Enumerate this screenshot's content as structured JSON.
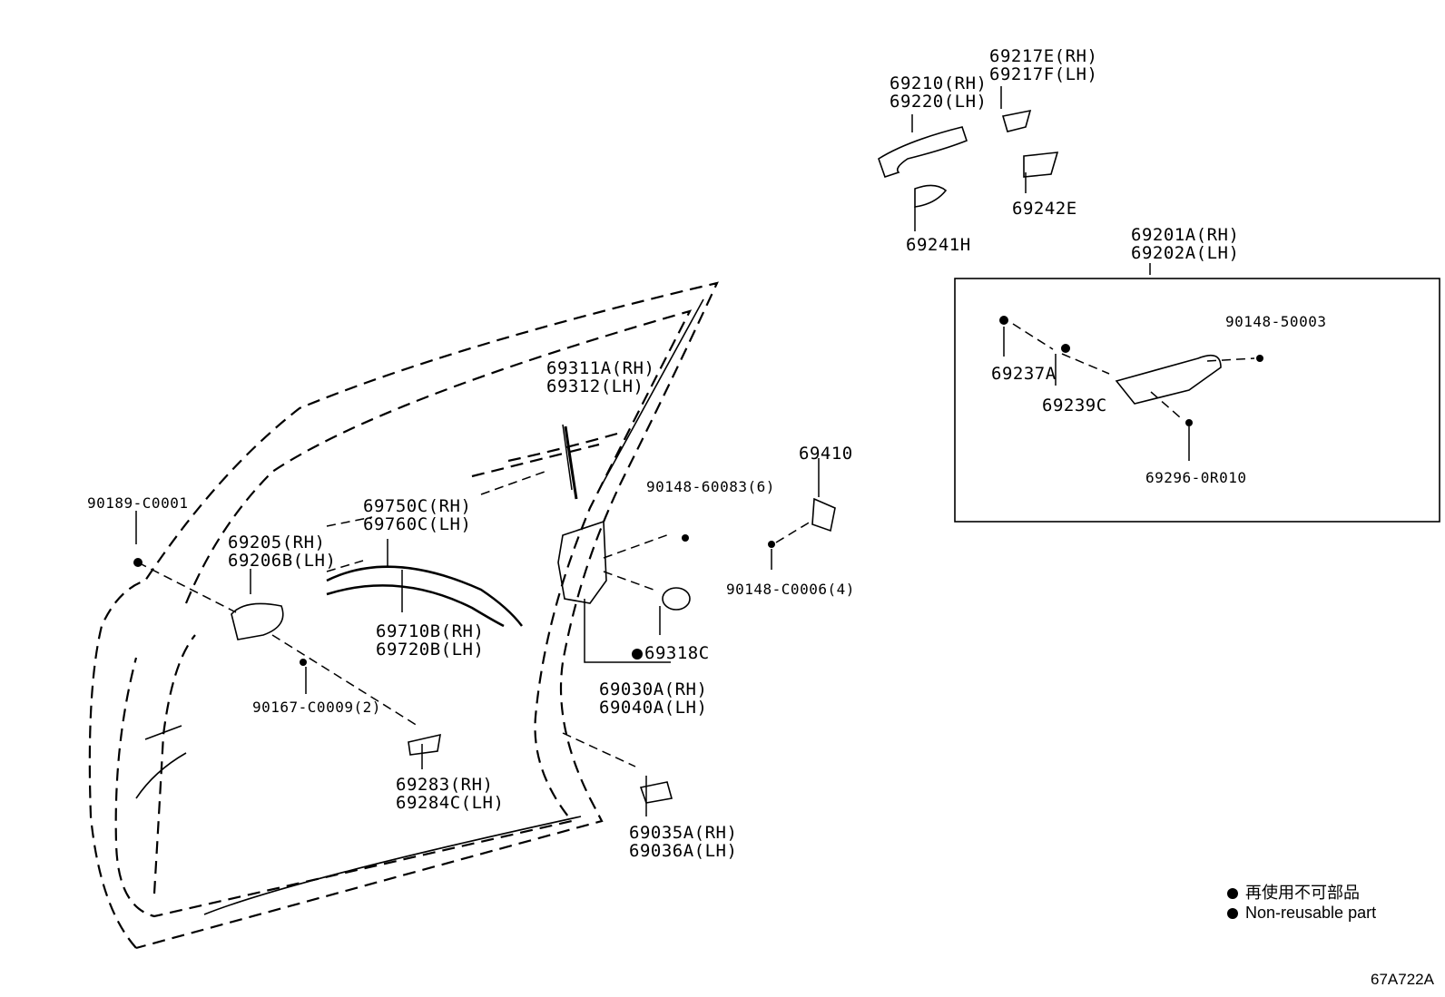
{
  "labels": {
    "p69217": [
      "69217E(RH)",
      "69217F(LH)"
    ],
    "p69210": [
      "69210(RH)",
      "69220(LH)"
    ],
    "p69242": "69242E",
    "p69241": "69241H",
    "p69201": [
      "69201A(RH)",
      "69202A(LH)"
    ],
    "p90148_50003": "90148-50003",
    "p69237": "69237A",
    "p69239": "69239C",
    "p69296": "69296-0R010",
    "p69311": [
      "69311A(RH)",
      "69312(LH)"
    ],
    "p90148_60083": "90148-60083(6)",
    "p69410": "69410",
    "p90148_C0006": "90148-C0006(4)",
    "p90189": "90189-C0001",
    "p69750": [
      "69750C(RH)",
      "69760C(LH)"
    ],
    "p69205": [
      "69205(RH)",
      "69206B(LH)"
    ],
    "p69710": [
      "69710B(RH)",
      "69720B(LH)"
    ],
    "p69318": "69318C",
    "p69030": [
      "69030A(RH)",
      "69040A(LH)"
    ],
    "p90167": "90167-C0009(2)",
    "p69283": [
      "69283(RH)",
      "69284C(LH)"
    ],
    "p69035": [
      "69035A(RH)",
      "69036A(LH)"
    ]
  },
  "legend": {
    "jp": "再使用不可部品",
    "en": "Non-reusable part"
  },
  "diagram_code": "67A722A"
}
